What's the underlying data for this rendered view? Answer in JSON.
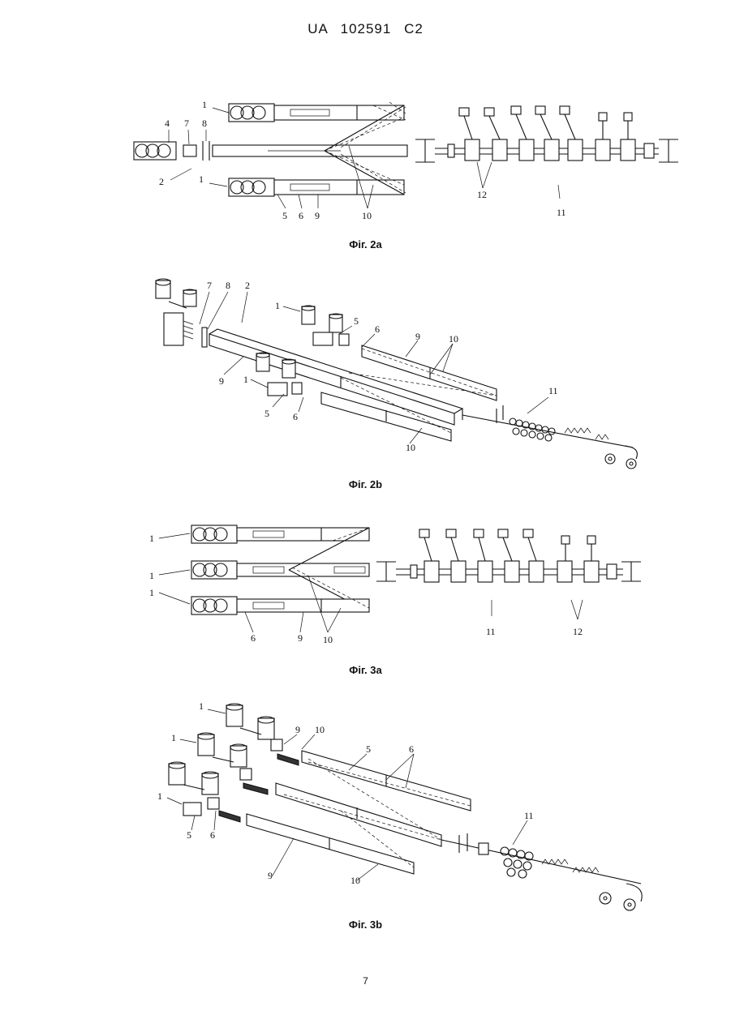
{
  "header": {
    "office": "UA",
    "number": "102591",
    "kind": "C2"
  },
  "figures": [
    {
      "caption": "Фіг. 2a",
      "labels": [
        "1",
        "1",
        "2",
        "4",
        "7",
        "8",
        "5",
        "6",
        "9",
        "10",
        "12",
        "11"
      ]
    },
    {
      "caption": "Фіг. 2b",
      "labels": [
        "7",
        "8",
        "2",
        "1",
        "5",
        "6",
        "9",
        "10",
        "9",
        "1",
        "5",
        "6",
        "10",
        "11"
      ]
    },
    {
      "caption": "Фіг. 3a",
      "labels": [
        "1",
        "1",
        "1",
        "6",
        "9",
        "10",
        "11",
        "12"
      ]
    },
    {
      "caption": "Фіг. 3b",
      "labels": [
        "1",
        "1",
        "1",
        "5",
        "6",
        "9",
        "10",
        "5",
        "6",
        "9",
        "10",
        "11"
      ]
    }
  ],
  "page_number": "7"
}
